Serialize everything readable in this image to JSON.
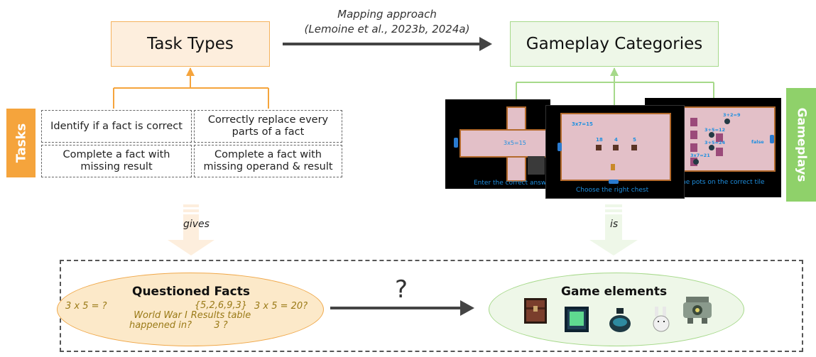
{
  "header": {
    "task_types": "Task Types",
    "gameplay_categories": "Gameplay Categories",
    "mapping_line1": "Mapping approach",
    "mapping_line2": "(Lemoine et al., 2023b, 2024a)"
  },
  "tabs": {
    "tasks": "Tasks",
    "gameplays": "Gameplays"
  },
  "tasks": [
    {
      "line1": "Identify if a fact is correct",
      "line2": ""
    },
    {
      "line1": "Correctly replace every",
      "line2": "parts of a fact"
    },
    {
      "line1": "Complete a fact with",
      "line2": "missing result"
    },
    {
      "line1": "Complete a fact with",
      "line2": "missing operand & result"
    }
  ],
  "gameplays": [
    {
      "equation": "3x5=15",
      "caption": "Enter the correct answ"
    },
    {
      "equation": "3x7=15",
      "numbers": [
        "18",
        "4",
        "5"
      ],
      "caption": "Choose the right chest"
    },
    {
      "equations": [
        "3+2=9",
        "3+5=12",
        "3+5=24",
        "3x7=21"
      ],
      "word": "false",
      "caption": "he pots on the correct tile"
    }
  ],
  "labels": {
    "gives": "gives",
    "is": "is",
    "question_mark": "?"
  },
  "questioned_facts": {
    "title": "Questioned Facts",
    "fact1": "3 x 5 = ?",
    "fact2": "3 x 5 = 20?",
    "fact3_line1": "World War I",
    "fact3_line2": "happened in?",
    "fact4_line1": "{5,2,6,9,3}",
    "fact4_line2": "Results table",
    "fact4_line3": "3 ?"
  },
  "game_elements": {
    "title": "Game elements",
    "icons": [
      "chest-icon",
      "teleporter-tile-icon",
      "pot-icon",
      "rabbit-icon",
      "robot-icon"
    ]
  },
  "colors": {
    "orange": "#f5a43c",
    "orange_light": "#fdeedd",
    "green": "#8fd16a",
    "green_light": "#eef7e8",
    "game_blue": "#1e8fe0"
  }
}
